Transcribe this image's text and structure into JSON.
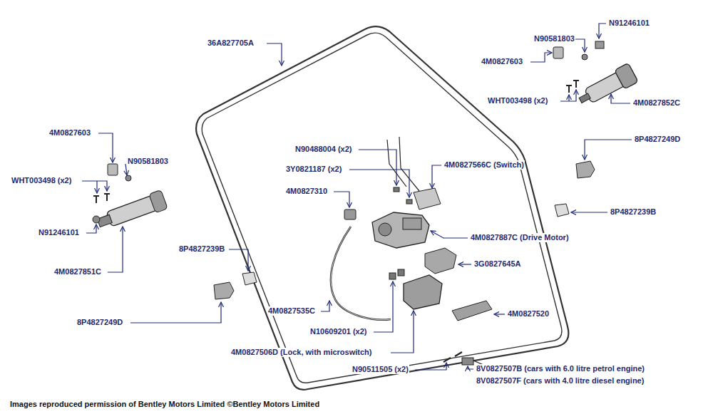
{
  "diagram": {
    "caption": "Images reproduced permission of Bentley Motors Limited ©Bentley Motors Limited",
    "labels": [
      "N91246101",
      "N90581803",
      "36A827705A",
      "4M0827603",
      "WHT003498 (x2)",
      "4M0827852C",
      "4M0827603",
      "8P4827249D",
      "N90488004 (x2)",
      "N90581803",
      "4M0827566C (Switch)",
      "3Y0821187 (x2)",
      "WHT003498 (x2)",
      "4M0827310",
      "8P4827239B",
      "N91246101",
      "4M0827887C (Drive Motor)",
      "8P4827239B",
      "3G0827645A",
      "4M0827851C",
      "4M0827535C",
      "4M0827520",
      "8P4827249D",
      "N10609201 (x2)",
      "4M0827506D (Lock, with microswitch)",
      "N90511505 (x2)",
      "8V0827507B (cars with 6.0 litre petrol engine)",
      "8V0827507F (cars with 4.0 litre diesel engine)"
    ]
  }
}
